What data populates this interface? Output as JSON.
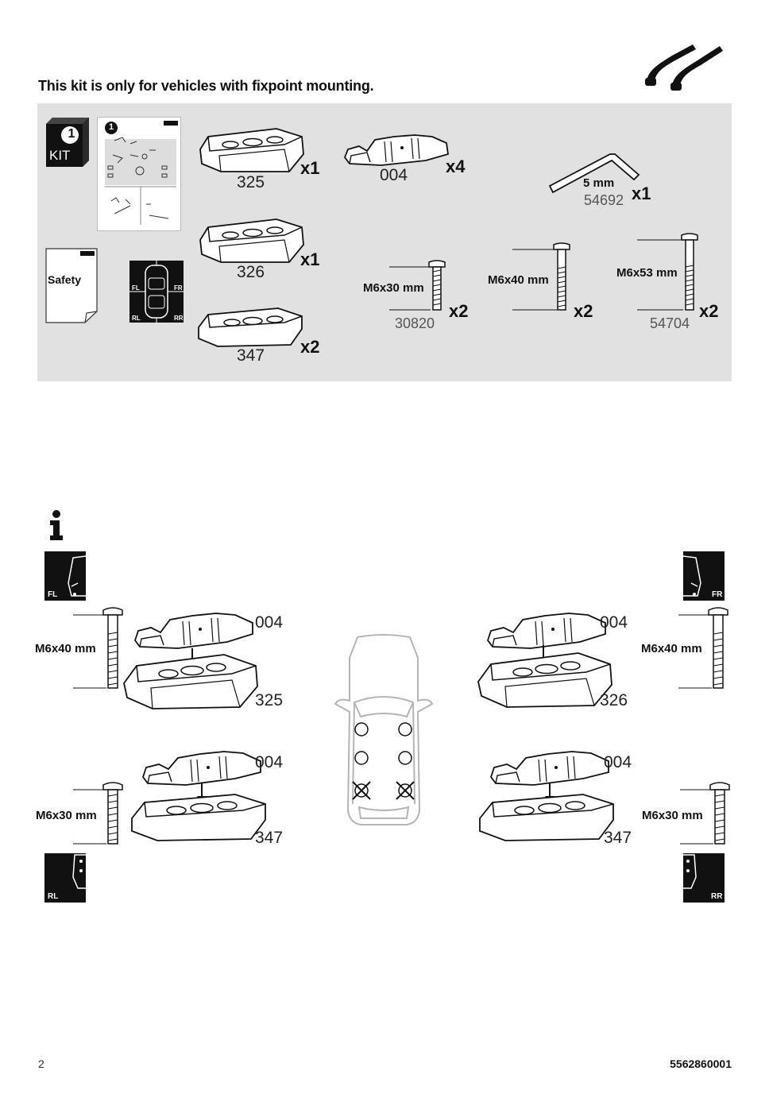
{
  "header": {
    "notice": "This kit is only for vehicles with fixpoint mounting.",
    "logo_icon": "roof-bars-icon"
  },
  "kit": {
    "step_number": "1",
    "kit_label": "KIT",
    "manual_step": "1",
    "safety_label": "Safety",
    "car_positions": [
      "FL",
      "FR",
      "RL",
      "RR"
    ],
    "parts": [
      {
        "number": "325",
        "qty": "x1"
      },
      {
        "number": "326",
        "qty": "x1"
      },
      {
        "number": "347",
        "qty": "x2"
      },
      {
        "number": "004",
        "qty": "x4"
      }
    ],
    "tool": {
      "size": "5 mm",
      "number": "54692",
      "qty": "x1"
    },
    "screws": [
      {
        "size": "M6x30 mm",
        "number": "30820",
        "qty": "x2"
      },
      {
        "size": "M6x40 mm",
        "number": "",
        "qty": "x2"
      },
      {
        "size": "M6x53 mm",
        "number": "54704",
        "qty": "x2"
      }
    ]
  },
  "diagram": {
    "info_icon": "info-icon",
    "front_left": {
      "position": "FL",
      "screw": "M6x40 mm",
      "pad": "004",
      "foot": "325"
    },
    "front_right": {
      "position": "FR",
      "screw": "M6x40 mm",
      "pad": "004",
      "foot": "326"
    },
    "rear_left": {
      "position": "RL",
      "screw": "M6x30 mm",
      "pad": "004",
      "foot": "347"
    },
    "rear_right": {
      "position": "RR",
      "screw": "M6x30 mm",
      "pad": "004",
      "foot": "347"
    }
  },
  "footer": {
    "page_number": "2",
    "doc_number": "5562860001"
  }
}
